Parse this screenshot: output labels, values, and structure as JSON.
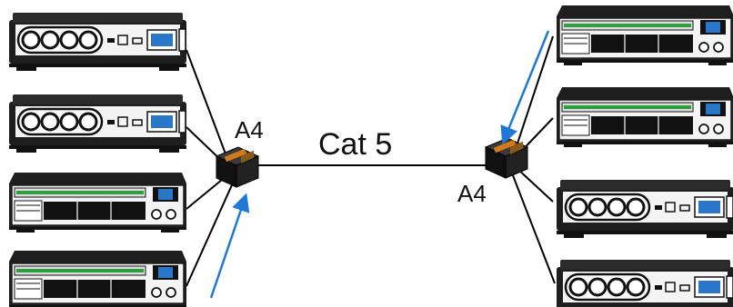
{
  "labels": {
    "cable": "Cat 5",
    "left_adapter": "A4",
    "right_adapter": "A4"
  },
  "colors": {
    "device_body": "#1e1e1e",
    "cable": "#000000",
    "arrow": "#1f78d6",
    "adapter": "#222222",
    "adapter_accent": "#d07a1a"
  },
  "devices": {
    "left": [
      "amp-unit",
      "amp-unit",
      "disc-player",
      "disc-player"
    ],
    "right": [
      "disc-player",
      "disc-player",
      "amp-unit",
      "amp-unit"
    ]
  }
}
